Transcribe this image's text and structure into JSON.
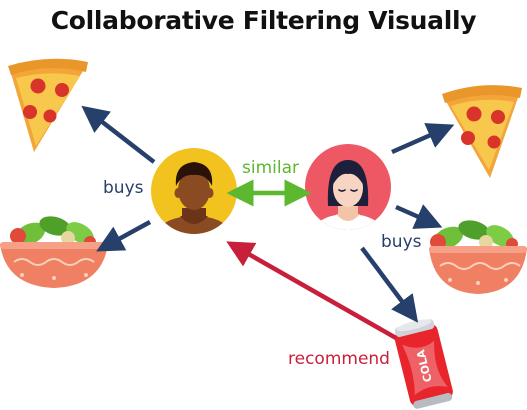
{
  "title": "Collaborative Filtering Visually",
  "labels": {
    "buys_left": "buys",
    "buys_right": "buys",
    "similar": "similar",
    "recommend": "recommend"
  },
  "cola_can_text": "COLA",
  "colors": {
    "buys_arrow": "#27406b",
    "similar_arrow": "#5cb82e",
    "recommend_arrow": "#c8203a",
    "user_left_bg": "#f2c21f",
    "user_right_bg": "#ee5865"
  }
}
